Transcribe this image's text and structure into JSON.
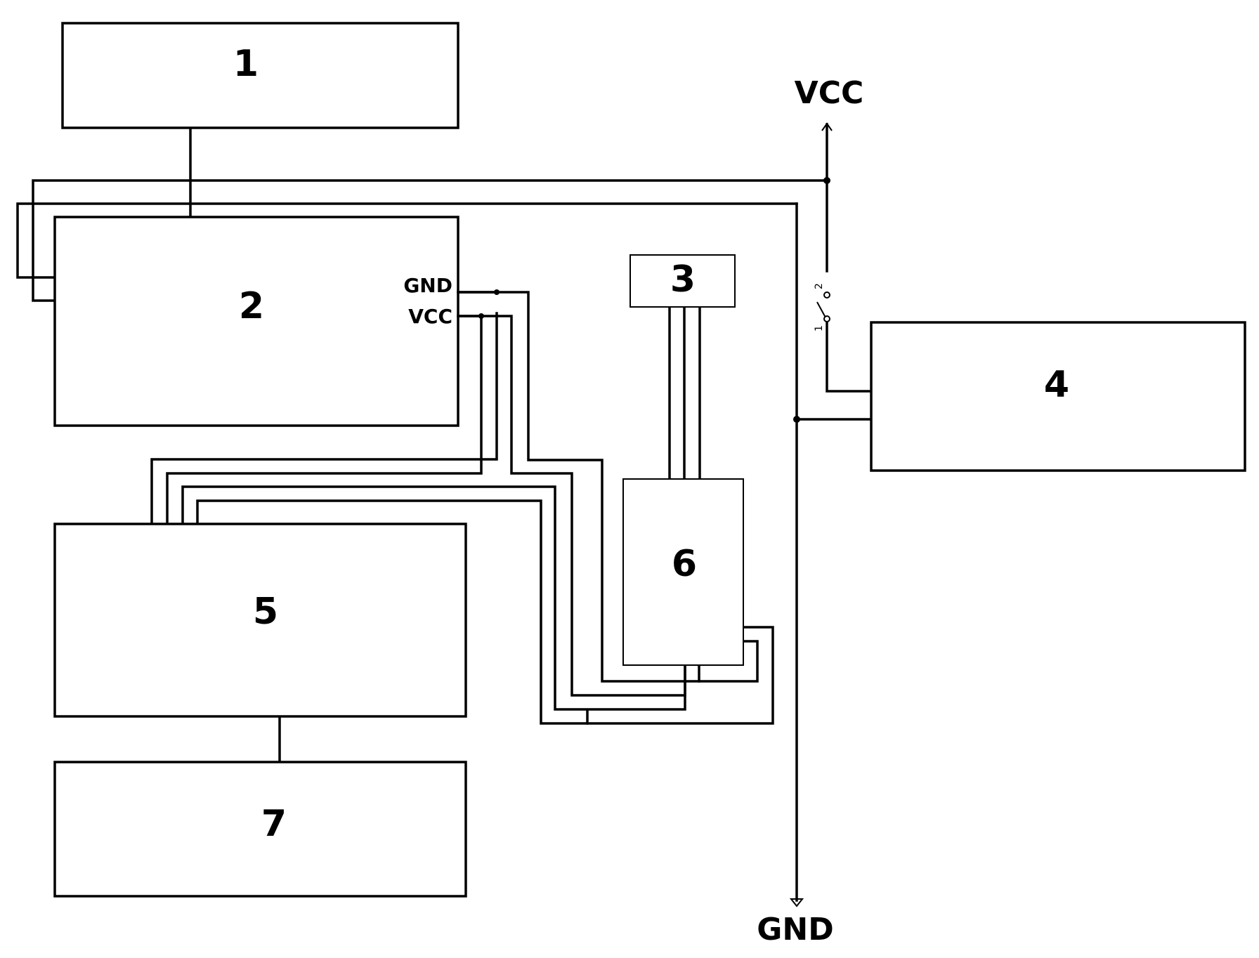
{
  "blocks": [
    {
      "id": "1",
      "label": "1"
    },
    {
      "id": "2",
      "label": "2"
    },
    {
      "id": "3",
      "label": "3"
    },
    {
      "id": "4",
      "label": "4"
    },
    {
      "id": "5",
      "label": "5"
    },
    {
      "id": "6",
      "label": "6"
    },
    {
      "id": "7",
      "label": "7"
    }
  ],
  "block2_pins": {
    "gnd": "GND",
    "vcc": "VCC"
  },
  "rails": {
    "vcc": "VCC",
    "gnd": "GND"
  },
  "switch_pins": {
    "pin1": "1",
    "pin2": "2"
  }
}
